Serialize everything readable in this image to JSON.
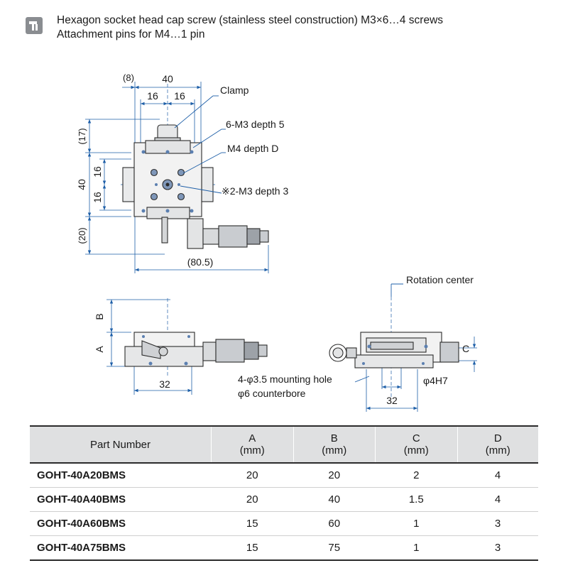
{
  "notes": {
    "line1": "Hexagon socket head cap screw (stainless steel construction)  M3×6…4 screws",
    "line2": "Attachment pins for M4…1 pin"
  },
  "top_view": {
    "dim_8": "(8)",
    "dim_40_width": "40",
    "dim_16_left": "16",
    "dim_16_right": "16",
    "dim_17": "(17)",
    "dim_40_height": "40",
    "dim_16_upper": "16",
    "dim_16_lower": "16",
    "dim_20": "(20)",
    "dim_80_5": "(80.5)",
    "label_clamp": "Clamp",
    "label_m3_depth5": "6-M3 depth 5",
    "label_m4_depthD": "M4 depth D",
    "label_m3_depth3": "※2-M3 depth 3"
  },
  "side_view": {
    "dim_B": "B",
    "dim_A": "A",
    "dim_32": "32"
  },
  "front_view": {
    "label_rotation_center": "Rotation center",
    "dim_C": "C",
    "label_phi4h7": "φ4H7",
    "label_mounting_hole": "4-φ3.5 mounting hole",
    "label_counterbore": "φ6 counterbore",
    "dim_32": "32"
  },
  "table": {
    "headers": [
      {
        "line1": "Part Number",
        "line2": ""
      },
      {
        "line1": "A",
        "line2": "(mm)"
      },
      {
        "line1": "B",
        "line2": "(mm)"
      },
      {
        "line1": "C",
        "line2": "(mm)"
      },
      {
        "line1": "D",
        "line2": "(mm)"
      }
    ],
    "rows": [
      [
        "GOHT-40A20BMS",
        "20",
        "20",
        "2",
        "4"
      ],
      [
        "GOHT-40A40BMS",
        "20",
        "40",
        "1.5",
        "4"
      ],
      [
        "GOHT-40A60BMS",
        "15",
        "60",
        "1",
        "3"
      ],
      [
        "GOHT-40A75BMS",
        "15",
        "75",
        "1",
        "3"
      ]
    ]
  },
  "colors": {
    "dimension_lines": "#1e5fa8",
    "header_bg": "#dfe0e1",
    "icon_box": "#8a8d91"
  }
}
